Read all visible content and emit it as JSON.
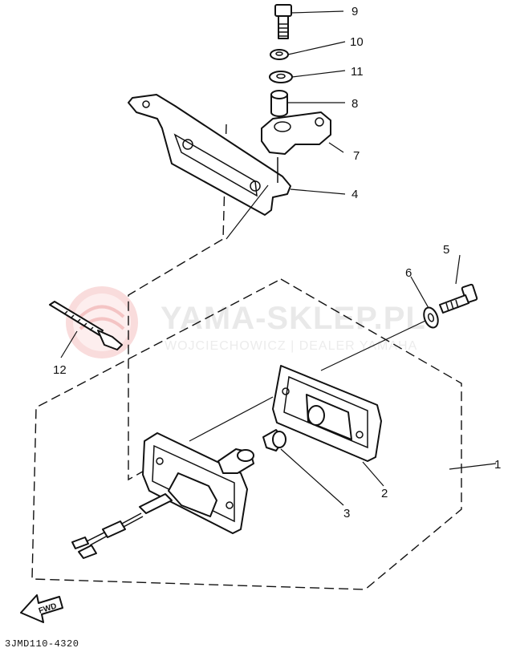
{
  "watermark": {
    "brand": "YAMA-SKLEP.PL",
    "subtitle": "WOJCIECHOWICZ | DEALER YAMAHA"
  },
  "callouts": [
    {
      "id": "1",
      "text": "1"
    },
    {
      "id": "2",
      "text": "2"
    },
    {
      "id": "3",
      "text": "3"
    },
    {
      "id": "4",
      "text": "4"
    },
    {
      "id": "5",
      "text": "5"
    },
    {
      "id": "6",
      "text": "6"
    },
    {
      "id": "7",
      "text": "7"
    },
    {
      "id": "8",
      "text": "8"
    },
    {
      "id": "9",
      "text": "9"
    },
    {
      "id": "10",
      "text": "10"
    },
    {
      "id": "11",
      "text": "11"
    },
    {
      "id": "12",
      "text": "12"
    }
  ],
  "fwd_arrow": {
    "text": "FWD"
  },
  "diagram_code": "3JMD110-4320",
  "colors": {
    "ink": "#111111",
    "watermark": "#e9e9e9",
    "logo": "#f6cccc"
  }
}
